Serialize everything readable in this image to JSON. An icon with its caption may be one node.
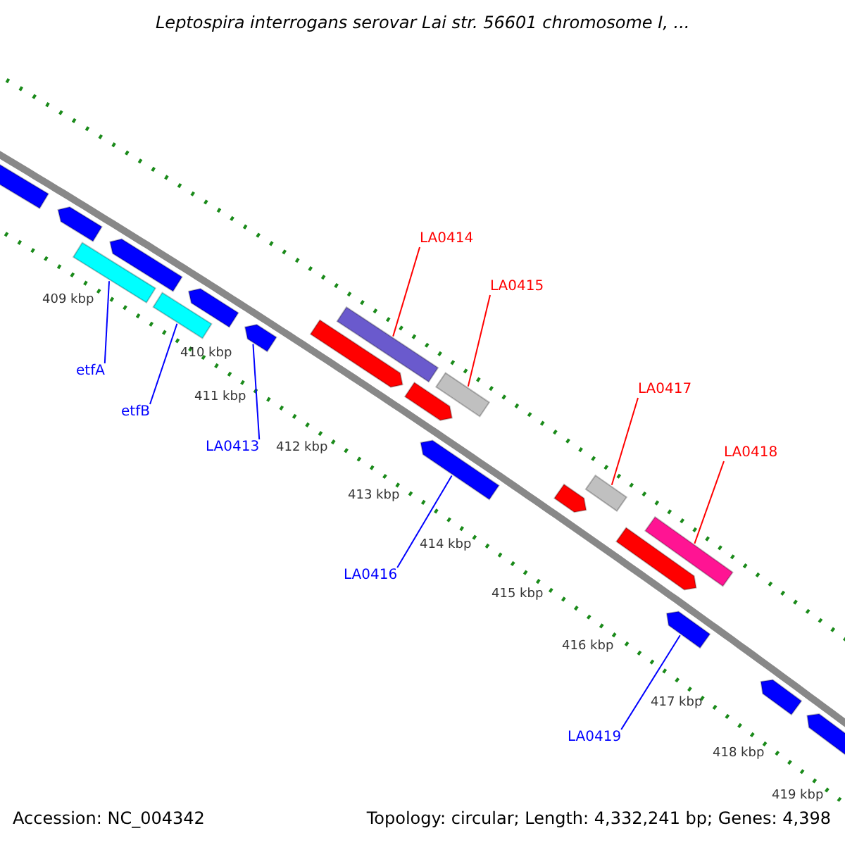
{
  "diagram": {
    "title": "Leptospira interrogans serovar Lai str. 56601 chromosome I, ...",
    "nodes": [
      {
        "text": [
          "LA0414"
        ]
      },
      {
        "text": [
          "LA0415"
        ]
      },
      {
        "text": [
          "etfA"
        ]
      },
      {
        "text": [
          "LA0417"
        ]
      },
      {
        "text": [
          "etfB"
        ]
      },
      {
        "text": [
          "LA0413"
        ]
      },
      {
        "text": [
          "LA0418"
        ]
      },
      {
        "text": [
          "LA0416"
        ]
      },
      {
        "text": [
          "LA0419"
        ]
      },
      {
        "text": [],
        "shape": "bar"
      },
      {
        "text": [],
        "shape": "bar"
      },
      {
        "text": [],
        "shape": "bar"
      },
      {
        "text": [],
        "shape": "bar"
      },
      {
        "text": [],
        "shape": "bar"
      },
      {
        "text": [],
        "shape": "bar"
      },
      {
        "text": [],
        "shape": "bar"
      },
      {
        "text": [],
        "shape": "bar"
      },
      {
        "text": [],
        "shape": "bar"
      },
      {
        "text": [],
        "shape": "bar"
      },
      {
        "text": [],
        "shape": "bar"
      },
      {
        "text": [],
        "shape": "bar"
      },
      {
        "text": [],
        "shape": "bar"
      },
      {
        "text": [],
        "shape": "bar"
      },
      {
        "text": [],
        "shape": "bar"
      },
      {
        "text": [],
        "shape": "bar"
      },
      {
        "text": [],
        "shape": "bar"
      },
      {
        "text": [],
        "shape": "bar"
      },
      {
        "text": [],
        "shape": "bar"
      }
    ],
    "edges": [
      {
        "from": 0,
        "to": 17,
        "arrow": "none",
        "color": "#ff0000"
      },
      {
        "from": 1,
        "to": 19,
        "arrow": "none",
        "color": "#ff0000"
      },
      {
        "from": 2,
        "to": 11,
        "arrow": "none"
      },
      {
        "from": 3,
        "to": 22,
        "arrow": "none",
        "color": "#ff0000"
      },
      {
        "from": 4,
        "to": 13,
        "arrow": "none"
      },
      {
        "from": 5,
        "to": 15,
        "arrow": "none"
      },
      {
        "from": 6,
        "to": 24,
        "arrow": "none",
        "color": "#ff0000"
      },
      {
        "from": 7,
        "to": 20,
        "arrow": "none"
      },
      {
        "from": 8,
        "to": 25,
        "arrow": "none"
      }
    ],
    "labels": [
      "409 kbp",
      "410 kbp",
      "411 kbp",
      "412 kbp",
      "413 kbp",
      "414 kbp",
      "415 kbp",
      "416 kbp",
      "417 kbp",
      "418 kbp",
      "419 kbp",
      "Accession: NC_004342",
      "Topology: circular; Length: 4,332,241 bp; Genes: 4,398"
    ]
  }
}
